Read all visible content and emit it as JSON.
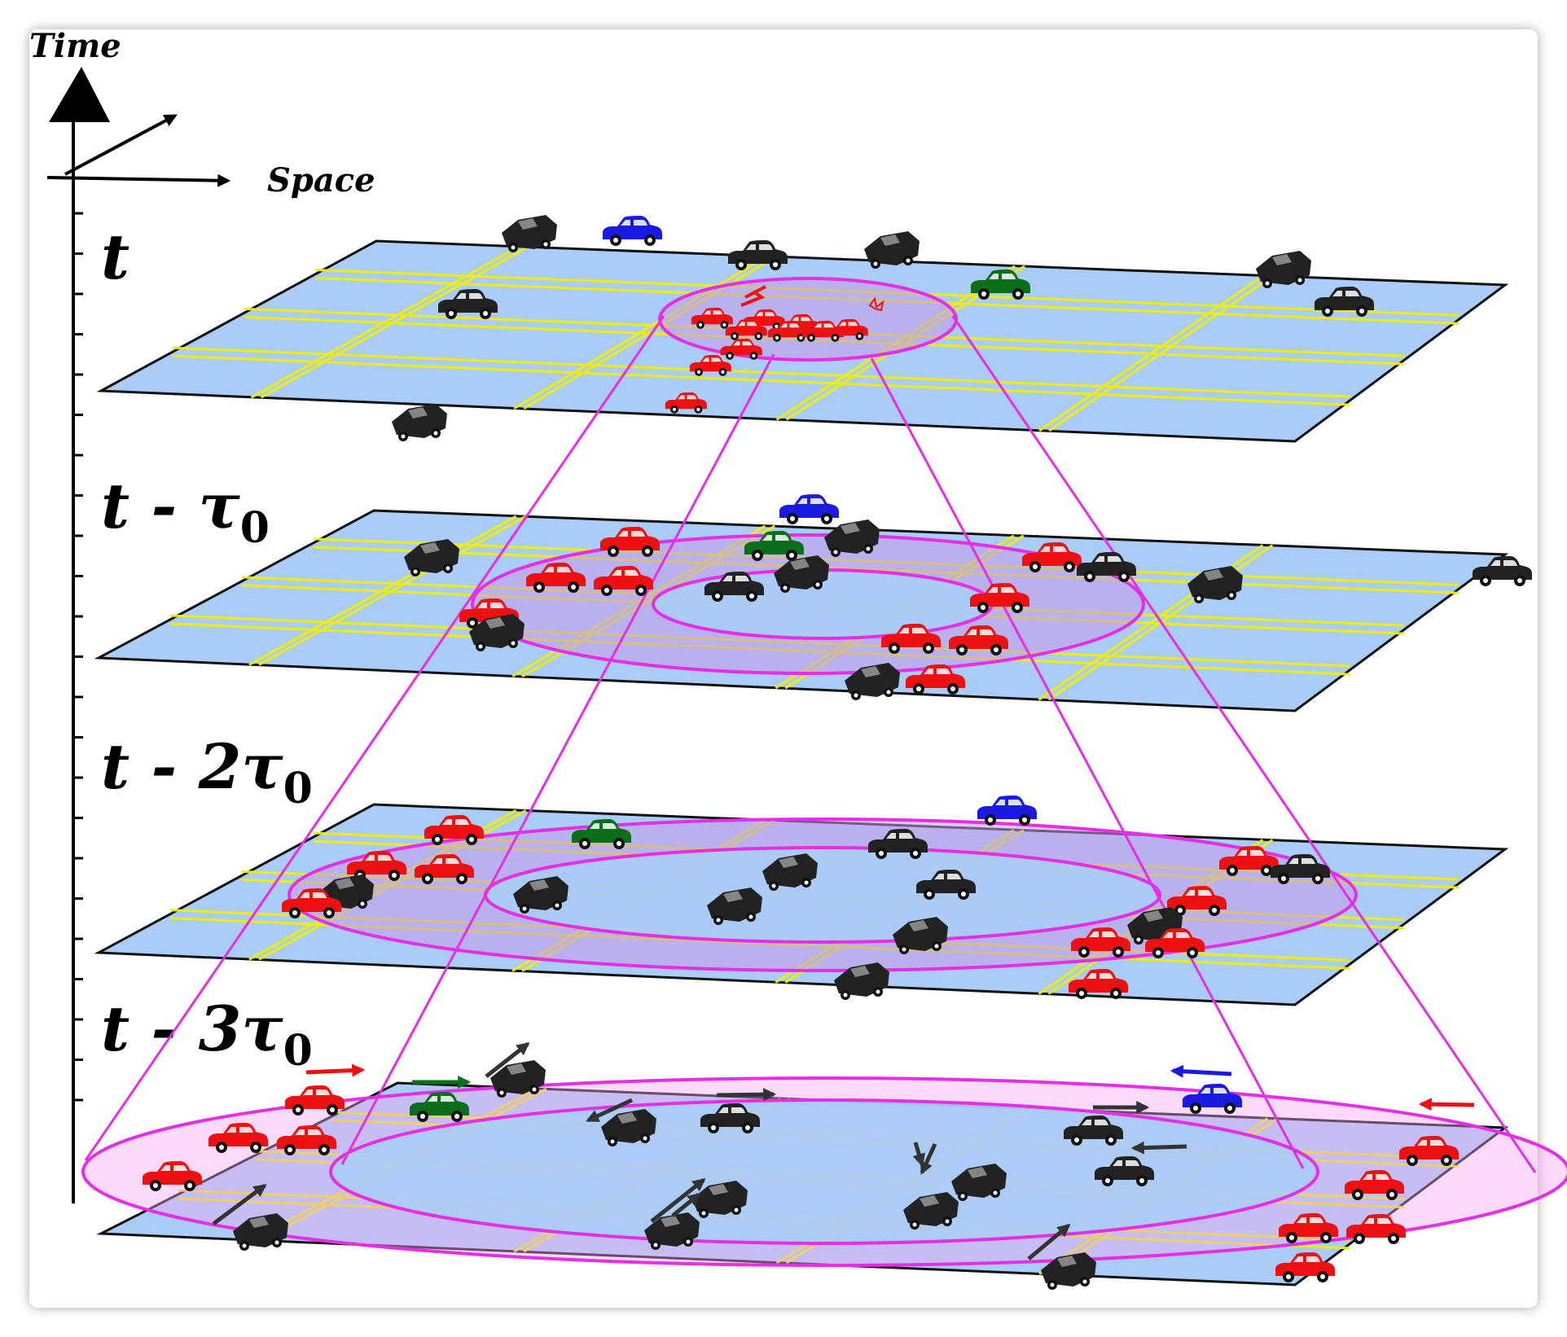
{
  "axes": {
    "vertical_label": "Time",
    "horizontal_label": "Space"
  },
  "layers": [
    {
      "label": "t",
      "subscript": ""
    },
    {
      "label": "t - τ",
      "subscript": "0"
    },
    {
      "label": "t - 2τ",
      "subscript": "0"
    },
    {
      "label": "t - 3τ",
      "subscript": "0"
    }
  ],
  "colors": {
    "plane_fill": "#a9cdf7",
    "road": "#f2ee00",
    "zone_stroke": "#e52ee5",
    "zone_fill": "#c59be8",
    "car_red": "#ee1111",
    "car_black": "#222222",
    "car_blue": "#1a1ae0",
    "car_green": "#0a6e1a"
  },
  "icons": [
    "car-icon",
    "crashed-car-icon",
    "direction-arrow-icon"
  ]
}
